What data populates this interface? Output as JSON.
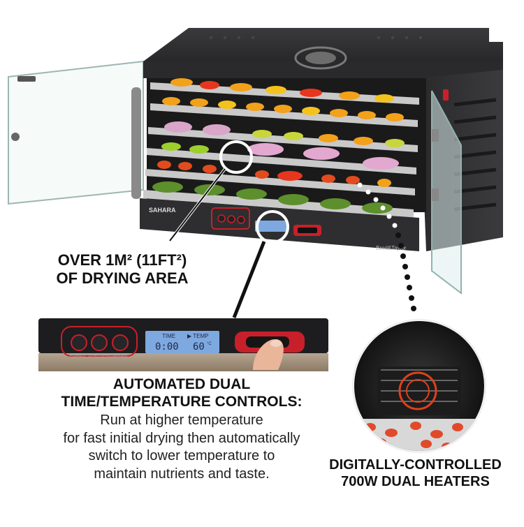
{
  "product": {
    "brand": "SAHARA",
    "maker": "Brod&Taylor"
  },
  "control_panel": {
    "buttons": [
      "POWER",
      "START/PAUSE",
      "MODE"
    ],
    "time_label": "TIME",
    "temp_label": "▶ TEMP",
    "time_value": "0:00",
    "temp_value": "60",
    "temp_unit": "°C"
  },
  "callouts": {
    "drying_area": {
      "line1": "OVER 1M² (11FT²)",
      "line2": "OF DRYING AREA"
    },
    "controls": {
      "title_line1": "AUTOMATED DUAL",
      "title_line2": "TIME/TEMPERATURE CONTROLS:",
      "desc_line1": "Run at higher temperature",
      "desc_line2": "for fast initial drying then automatically",
      "desc_line3": "switch to lower temperature to",
      "desc_line4": "maintain nutrients and taste."
    },
    "heaters": {
      "line1": "DIGITALLY-CONTROLLED",
      "line2": "700W DUAL HEATERS"
    }
  },
  "colors": {
    "accent_red": "#c8202a",
    "body_dark": "#2b2b2d",
    "lcd_blue": "#7ea8e0"
  }
}
